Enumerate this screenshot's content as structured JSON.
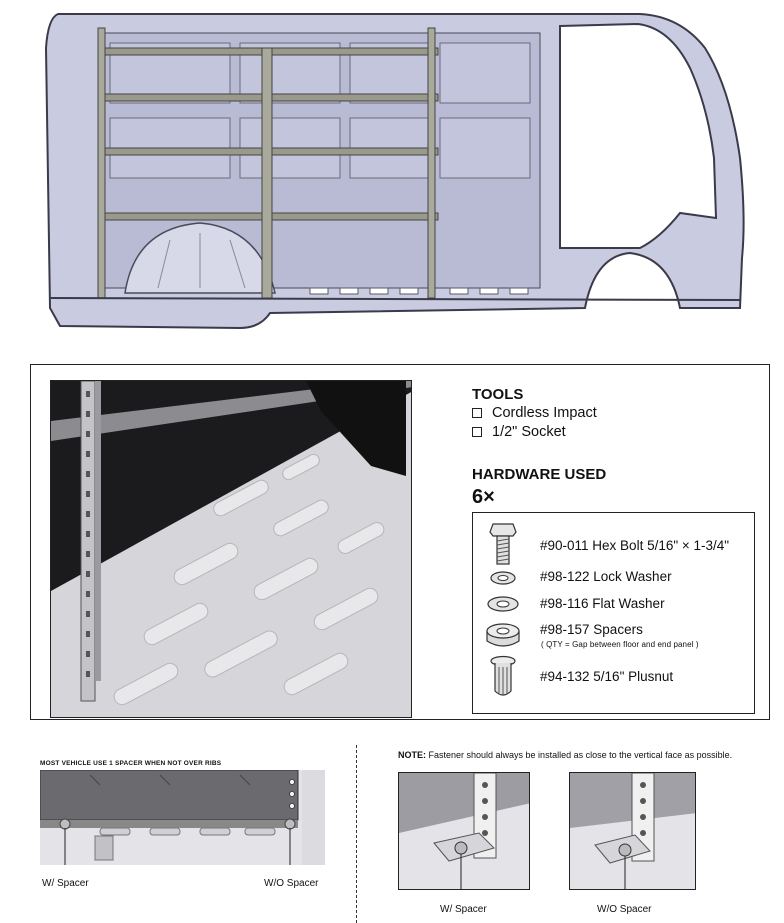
{
  "tools": {
    "title": "TOOLS",
    "items": [
      "Cordless Impact",
      "1/2\" Socket"
    ]
  },
  "hardware": {
    "title": "HARDWARE USED",
    "quantity": "6×",
    "items": [
      {
        "label": "#90-011 Hex Bolt 5/16\" × 1-3/4\"",
        "icon": "hex-bolt-icon"
      },
      {
        "label": "#98-122 Lock Washer",
        "icon": "lock-washer-icon"
      },
      {
        "label": "#98-116 Flat Washer",
        "icon": "flat-washer-icon"
      },
      {
        "label": "#98-157 Spacers",
        "note": "( QTY = Gap between floor and end panel )",
        "icon": "spacer-icon"
      },
      {
        "label": "#94-132 5/16\" Plusnut",
        "icon": "plusnut-icon"
      }
    ]
  },
  "spacer_section": {
    "caption": "MOST VEHICLE USE 1 SPACER WHEN NOT OVER RIBS",
    "left_label": "W/ Spacer",
    "right_label": "W/O Spacer"
  },
  "note_section": {
    "note_prefix": "NOTE:",
    "note_text": " Fastener should always be installed as close to the vertical face as possible.",
    "left_label": "W/ Spacer",
    "right_label": "W/O Spacer"
  },
  "colors": {
    "van_body": "#c9cbe0",
    "van_line": "#3a3a4a",
    "rail": "#9a9a8c",
    "floor": "#d9d9dc"
  }
}
